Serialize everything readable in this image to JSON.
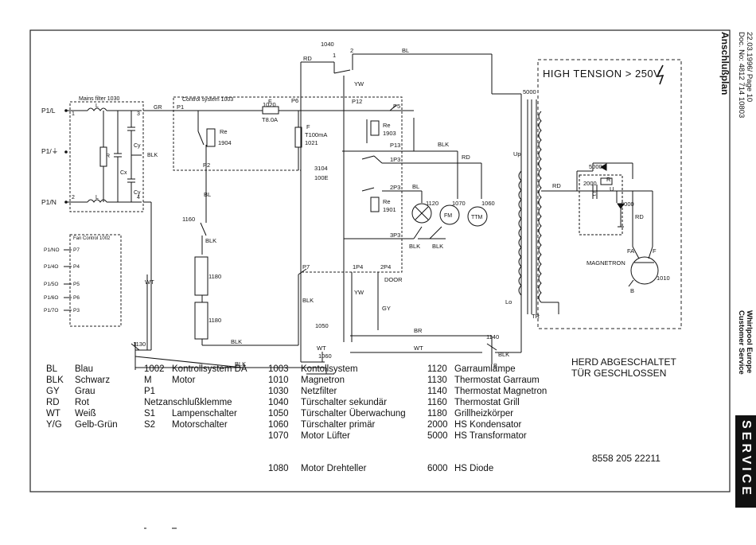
{
  "header": {
    "date_page": "22.03.1996/ Page 10",
    "doc_no": "Doc. No: 4812 714 10803",
    "title": "Anschlußplan",
    "brand": "Whirlpool Europe",
    "dept": "Customer Service",
    "service": "SERVICE"
  },
  "diagram": {
    "high_tension": "HIGH  TENSION > 250V",
    "herd_line1": "HERD ABGESCHALTET",
    "herd_line2": "TÜR GESCHLOSSEN",
    "doc_code": "8558 205 22211",
    "mains_filter": "Mains filter 1030",
    "control_system": "Control system 1003",
    "fan_control": "Fan Control 1002",
    "magnetron": "MAGNETRON",
    "terminals_left": [
      "P1/L",
      "P1/⏚",
      "P1/N"
    ],
    "fan_terminals": [
      "P1/NO",
      "P1/4O",
      "P1/5O",
      "P1/6O",
      "P1/7O"
    ],
    "fan_pins": [
      "P7",
      "P4",
      "P5",
      "P6",
      "P3"
    ],
    "labels": {
      "gr": "GR",
      "p1": "P1",
      "p6": "P6",
      "p2": "P2",
      "p7": "P7",
      "p12": "P12",
      "p5": "P5",
      "p13": "P13",
      "p3": "1P3",
      "p23": "2P3",
      "p33": "3P3",
      "p14": "1P4",
      "p24": "2P4",
      "f1020": "1020",
      "t8a": "T8.0A",
      "f": "F",
      "f2": "F",
      "t100": "T100mA",
      "f1021": "1021",
      "re1904": "1904",
      "re1903": "1903",
      "re1901": "1901",
      "re": "Re",
      "re2": "Re",
      "re3": "Re",
      "r3104": "3104",
      "r100e": "100E",
      "n1040": "1040",
      "n1050": "1050",
      "n1060": "1060",
      "n1130": "1130",
      "n1140": "1140",
      "n1160": "1160",
      "n1120": "1120",
      "n1070": "1070",
      "n1080": "1060",
      "n1180a": "1180",
      "n1180b": "1180",
      "n5000": "5000",
      "n5000b": "5000",
      "n2000": "2000",
      "n6000": "6000",
      "n1010": "1010",
      "rd": "RD",
      "bl": "BL",
      "yw": "YW",
      "blk": "BLK",
      "wt": "WT",
      "gy": "GY",
      "br": "BR",
      "door": "DOOR",
      "up": "Up",
      "lo": "Lo",
      "tr": "TR",
      "fa": "FA",
      "f_mag": "F",
      "b_mag": "B",
      "b1140": "B",
      "fm": "FM",
      "ttm": "TTM",
      "cx": "Cx",
      "cy1": "Cy",
      "cy2": "Cy",
      "r": "R",
      "l1": "L",
      "l2": "L",
      "one": "1",
      "two": "2",
      "three": "3",
      "four": "4",
      "c": "C",
      "u": "U",
      "rr": "R"
    }
  },
  "legend": {
    "colors": [
      {
        "code": "BL",
        "name": "Blau"
      },
      {
        "code": "BLK",
        "name": "Schwarz"
      },
      {
        "code": "GY",
        "name": "Grau"
      },
      {
        "code": "RD",
        "name": "Rot"
      },
      {
        "code": "WT",
        "name": "Weiß"
      },
      {
        "code": "Y/G",
        "name": "Gelb-Grün"
      }
    ],
    "parts_a": [
      {
        "code": "1002",
        "name": "Kontrollsystem DA"
      },
      {
        "code": "M",
        "name": "Motor"
      },
      {
        "code": "P1",
        "name": ""
      },
      {
        "code": "",
        "name": "Netzanschlußklemme"
      },
      {
        "code": "S1",
        "name": "Lampenschalter"
      },
      {
        "code": "S2",
        "name": "Motorschalter"
      }
    ],
    "parts_b": [
      {
        "code": "1003",
        "name": "Kontollsystem"
      },
      {
        "code": "1010",
        "name": "Magnetron"
      },
      {
        "code": "1030",
        "name": "Netzfilter"
      },
      {
        "code": "1040",
        "name": "Türschalter sekundär"
      },
      {
        "code": "1050",
        "name": "Türschalter Überwachung"
      },
      {
        "code": "1060",
        "name": "Türschalter primär"
      },
      {
        "code": "1070",
        "name": "Motor Lüfter"
      },
      {
        "code": "1080",
        "name": "Motor Drehteller"
      }
    ],
    "parts_c": [
      {
        "code": "1120",
        "name": "Garraumlampe"
      },
      {
        "code": "1130",
        "name": "Thermostat Garraum"
      },
      {
        "code": "1140",
        "name": "Thermostat Magnetron"
      },
      {
        "code": "1160",
        "name": "Thermostat Grill"
      },
      {
        "code": "1180",
        "name": "Grillheizkörper"
      },
      {
        "code": "2000",
        "name": "HS Kondensator"
      },
      {
        "code": "5000",
        "name": "HS Transformator"
      },
      {
        "code": "6000",
        "name": "HS Diode"
      }
    ]
  }
}
